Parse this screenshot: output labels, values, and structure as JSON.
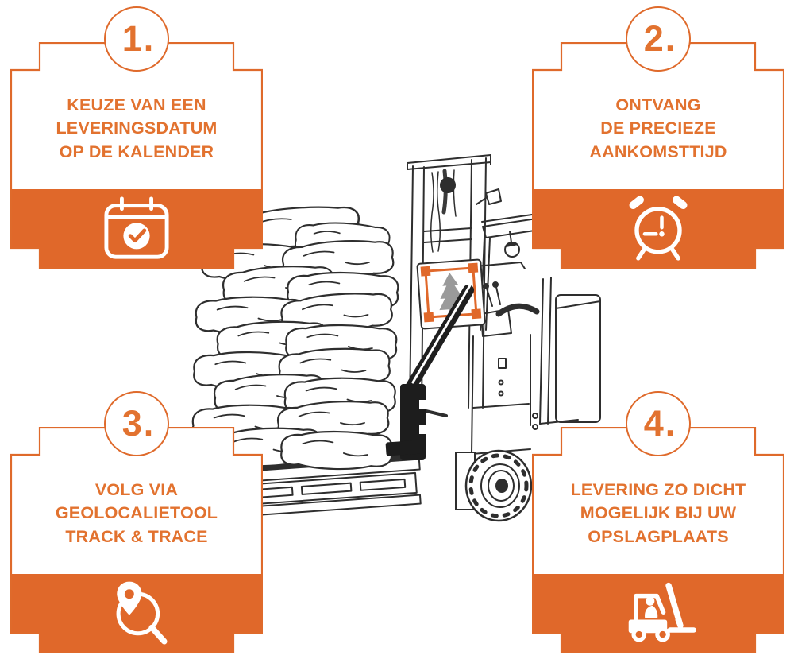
{
  "colors": {
    "accent": "#DF6A2B",
    "band_orange": "#E0682A",
    "text_orange": "#E2722F",
    "line_art": "#2E2E2E",
    "tree_gray": "#9A9A9A"
  },
  "steps": [
    {
      "number": "1.",
      "icon": "calendar-check-icon",
      "lines": [
        "KEUZE VAN EEN",
        "LEVERINGSDATUM",
        "OP DE KALENDER"
      ]
    },
    {
      "number": "2.",
      "icon": "alarm-clock-icon",
      "lines": [
        "ONTVANG",
        "DE PRECIEZE",
        "AANKOMSTTIJD"
      ]
    },
    {
      "number": "3.",
      "icon": "location-search-icon",
      "lines": [
        "VOLG VIA",
        "GEOLOCALIETOOL",
        "TRACK & TRACE"
      ]
    },
    {
      "number": "4.",
      "icon": "forklift-icon",
      "lines": [
        "LEVERING ZO DICHT",
        "MOGELIJK BIJ UW",
        "OPSLAGPLAATS"
      ]
    }
  ]
}
